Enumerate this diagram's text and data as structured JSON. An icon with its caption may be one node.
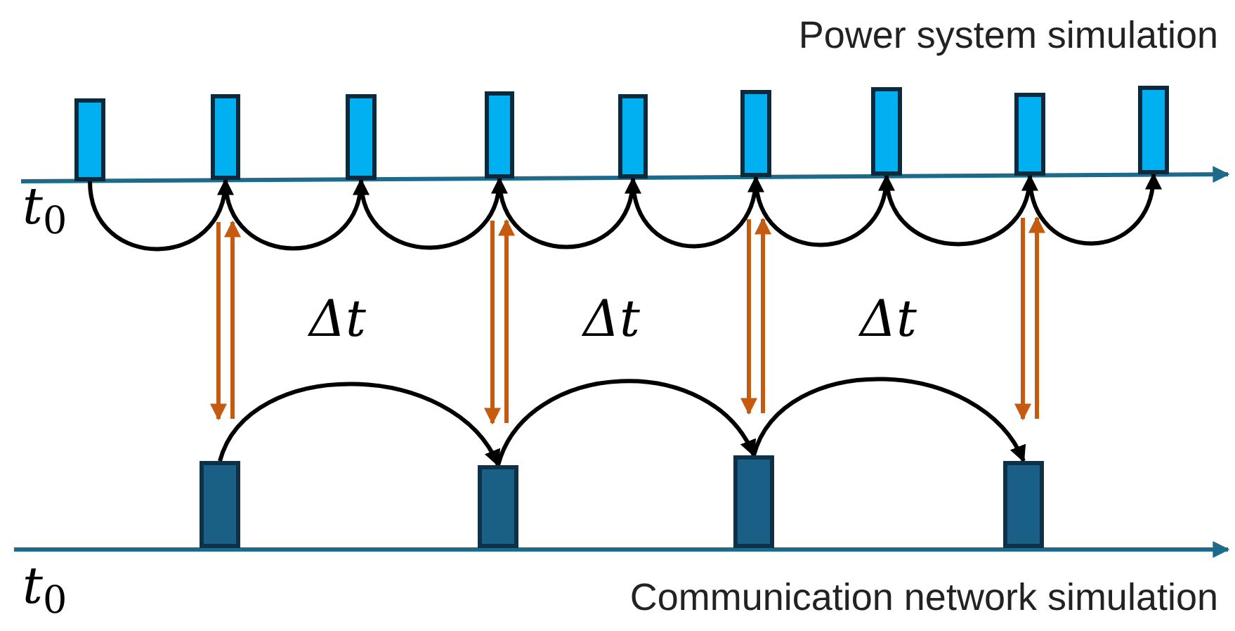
{
  "diagram": {
    "nodes": [
      {
        "text": [],
        "shape": "box"
      },
      {
        "text": [],
        "shape": "box"
      },
      {
        "text": [],
        "shape": "box"
      },
      {
        "text": [],
        "shape": "box"
      },
      {
        "text": [],
        "shape": "box"
      },
      {
        "text": [],
        "shape": "box"
      },
      {
        "text": [],
        "shape": "box"
      },
      {
        "text": [],
        "shape": "box"
      },
      {
        "text": [],
        "shape": "box"
      },
      {
        "text": [],
        "shape": "box"
      },
      {
        "text": [],
        "shape": "box"
      },
      {
        "text": [],
        "shape": "box"
      },
      {
        "text": [],
        "shape": "box"
      }
    ],
    "edges": [
      {
        "from": 0,
        "to": 1,
        "arrow": "to"
      },
      {
        "from": 1,
        "to": 2,
        "arrow": "to"
      },
      {
        "from": 2,
        "to": 3,
        "arrow": "to"
      },
      {
        "from": 3,
        "to": 4,
        "arrow": "to"
      },
      {
        "from": 4,
        "to": 5,
        "arrow": "to"
      },
      {
        "from": 5,
        "to": 6,
        "arrow": "to"
      },
      {
        "from": 6,
        "to": 7,
        "arrow": "to"
      },
      {
        "from": 7,
        "to": 8,
        "arrow": "to"
      },
      {
        "from": 9,
        "to": 10,
        "arrow": "to"
      },
      {
        "from": 10,
        "to": 11,
        "arrow": "to"
      },
      {
        "from": 11,
        "to": 12,
        "arrow": "to"
      },
      {
        "from": 1,
        "to": 9,
        "arrow": "to",
        "color": "#c55a11"
      },
      {
        "from": 9,
        "to": 1,
        "arrow": "to",
        "color": "#c55a11"
      },
      {
        "from": 3,
        "to": 10,
        "arrow": "to",
        "color": "#c55a11"
      },
      {
        "from": 10,
        "to": 3,
        "arrow": "to",
        "color": "#c55a11"
      },
      {
        "from": 5,
        "to": 11,
        "arrow": "to",
        "color": "#c55a11"
      },
      {
        "from": 11,
        "to": 5,
        "arrow": "to",
        "color": "#c55a11"
      },
      {
        "from": 7,
        "to": 12,
        "arrow": "to",
        "color": "#c55a11"
      },
      {
        "from": 12,
        "to": 7,
        "arrow": "to",
        "color": "#c55a11"
      }
    ],
    "labels": [
      "Power system simulation",
      "*t*$_{0}$",
      "Δt",
      "Δt",
      "Δt",
      "*t*$_{0}$",
      "Communication network simulation"
    ]
  }
}
